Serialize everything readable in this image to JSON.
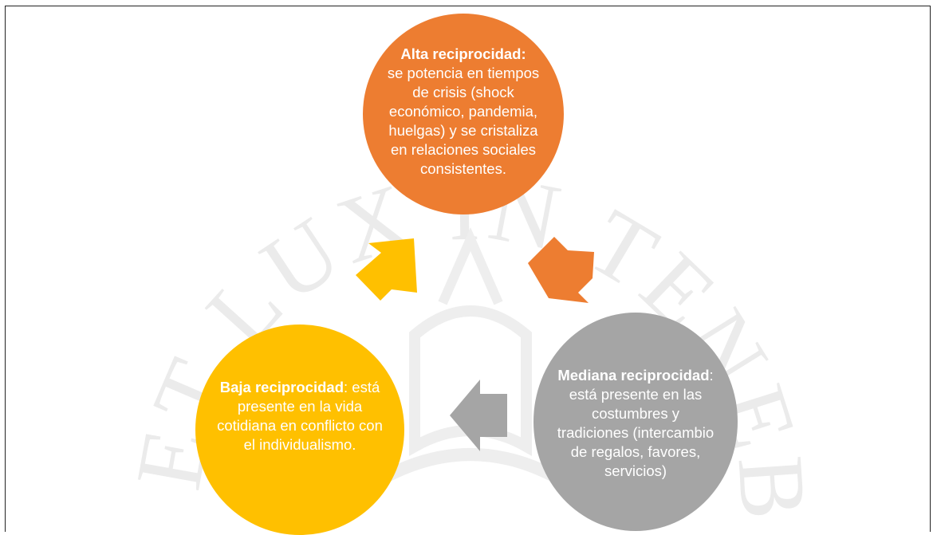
{
  "diagram": {
    "nodes": {
      "top": {
        "title": "Alta reciprocidad:",
        "text": "se potencia en tiempos de crisis (shock económico, pandemia, huelgas) y se cristaliza en relaciones sociales consistentes.",
        "color": "#ed7d31"
      },
      "right": {
        "title": "Mediana reciprocidad",
        "text": ": está presente en las costumbres y tradiciones (intercambio de regalos, favores, servicios)",
        "color": "#a5a5a5"
      },
      "left": {
        "title": "Baja reciprocidad",
        "text": ": está presente en la vida cotidiana en conflicto con el individualismo.",
        "color": "#ffc000"
      }
    },
    "arrows": [
      {
        "from": "top",
        "to": "right",
        "color": "#ed7d31"
      },
      {
        "from": "right",
        "to": "left",
        "color": "#a5a5a5"
      },
      {
        "from": "left",
        "to": "top",
        "color": "#ffc000"
      }
    ],
    "watermark": {
      "text": "ET LUX IN TENEBRIS LUCET",
      "color": "#e8e8e8"
    }
  }
}
